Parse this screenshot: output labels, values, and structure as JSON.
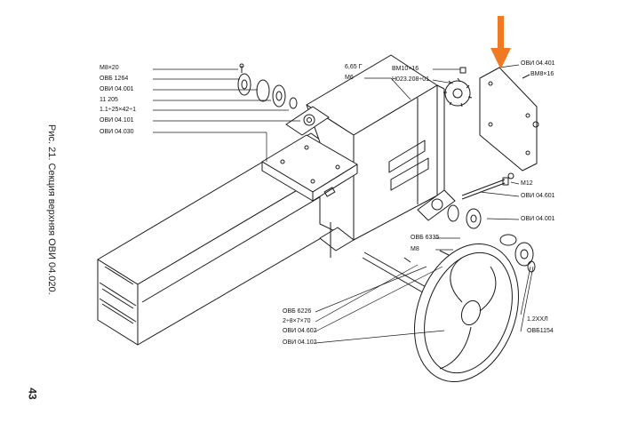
{
  "figure": {
    "caption": "Рис. 21. Секция верхняя ОВИ 04.020.",
    "page_number": "43",
    "accent_color": "#f07a22",
    "line_color": "#1a1a1a"
  },
  "labels_left_top": [
    "М8×20",
    "ОВБ 1264",
    "ОВИ 04.001",
    "11 205",
    "1.1÷25×42÷1",
    "ОВИ 04.101",
    "ОВИ 04.030"
  ],
  "labels_top_center": [
    "6,65 Г",
    "М6",
    "ВМ10×16",
    "Н023.208÷01"
  ],
  "labels_right_top": [
    "ОВИ 04.401",
    "ВМ8×16"
  ],
  "labels_right_mid": [
    "М12",
    "ОВИ 04.601",
    "ОВИ 04.001"
  ],
  "labels_center_mid": [
    "ОВБ 6335",
    "М8"
  ],
  "labels_bottom_left": [
    "ОВБ 6226",
    "2÷8×7×70",
    "ОВИ 04.602",
    "ОВИ 04.102"
  ],
  "labels_right_bottom": [
    "1.2ХХЛ",
    "ОВБ1154"
  ],
  "icons": [
    "pointer-arrow-icon"
  ]
}
